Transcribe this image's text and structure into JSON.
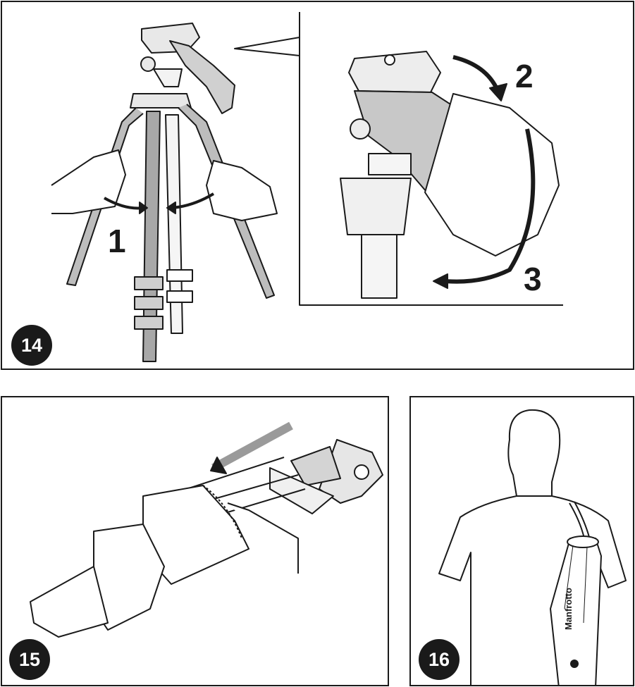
{
  "panels": {
    "p14": {
      "number": "14",
      "steps": [
        "1",
        "2",
        "3"
      ]
    },
    "p15": {
      "number": "15"
    },
    "p16": {
      "number": "16",
      "brand_text": "Manfrotto"
    }
  },
  "icons": {
    "tripod": "tripod-illustration",
    "hand": "hand-illustration",
    "arrow": "curved-arrow-icon",
    "bag": "tripod-bag-illustration",
    "person": "person-silhouette-illustration",
    "logo": "manfrotto-logo-icon"
  }
}
